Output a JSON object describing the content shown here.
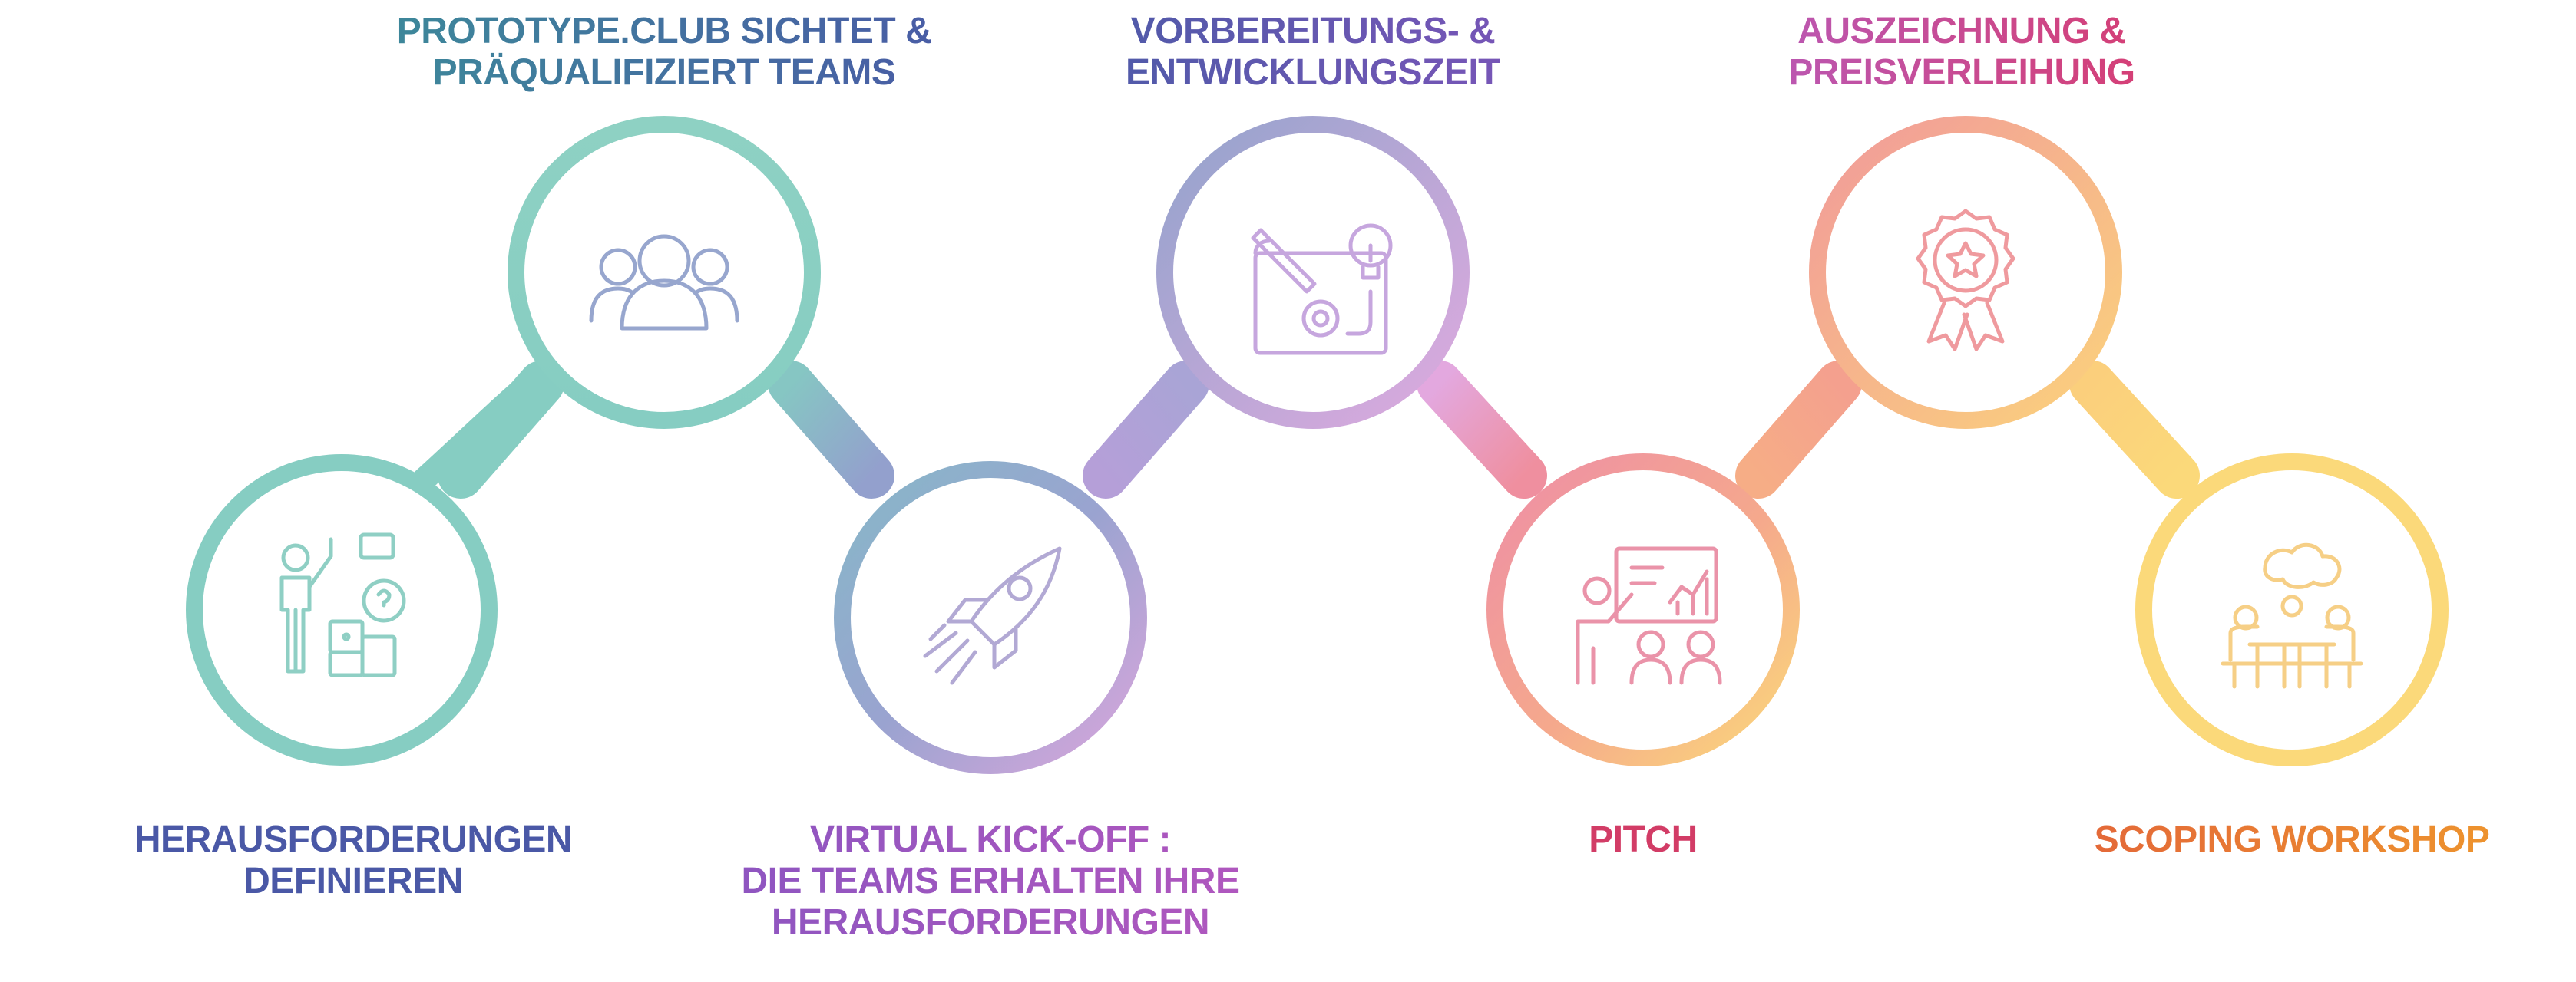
{
  "steps": [
    {
      "id": "1",
      "lines": [
        "HERAUSFORDERUNGEN",
        "DEFINIEREN"
      ],
      "icon": "person-puzzle-question-icon",
      "label_color": "#4a5aa6"
    },
    {
      "id": "2",
      "lines": [
        "PROTOTYPE.CLUB SICHTET &",
        "PRÄQUALIFIZIERT TEAMS"
      ],
      "icon": "team-group-icon",
      "label_color": "#3b7f98"
    },
    {
      "id": "3",
      "lines": [
        "VIRTUAL KICK-OFF :",
        "DIE TEAMS ERHALTEN IHRE",
        "HERAUSFORDERUNGEN"
      ],
      "icon": "rocket-icon",
      "label_color": "#9b55c2"
    },
    {
      "id": "4",
      "lines": [
        "VORBEREITUNGS- &",
        "ENTWICKLUNGSZEIT"
      ],
      "icon": "blueprint-idea-icon",
      "label_color": "#5a55a8"
    },
    {
      "id": "5",
      "lines": [
        "PITCH"
      ],
      "icon": "presentation-icon",
      "label_color": "#d23c6c"
    },
    {
      "id": "6",
      "lines": [
        "AUSZEICHNUNG &",
        "PREISVERLEIHUNG"
      ],
      "icon": "award-rosette-icon",
      "label_color": "#c04a9e"
    },
    {
      "id": "7",
      "lines": [
        "SCOPING WORKSHOP"
      ],
      "icon": "meeting-table-icon",
      "label_color": "#ee8a30"
    }
  ],
  "colors": {
    "teal": "#86cdc2",
    "blue": "#8f9fcb",
    "lilac": "#cfa7e0",
    "pink": "#ef8aa0",
    "salmon": "#f39a8e",
    "yellow": "#fbd97a"
  }
}
